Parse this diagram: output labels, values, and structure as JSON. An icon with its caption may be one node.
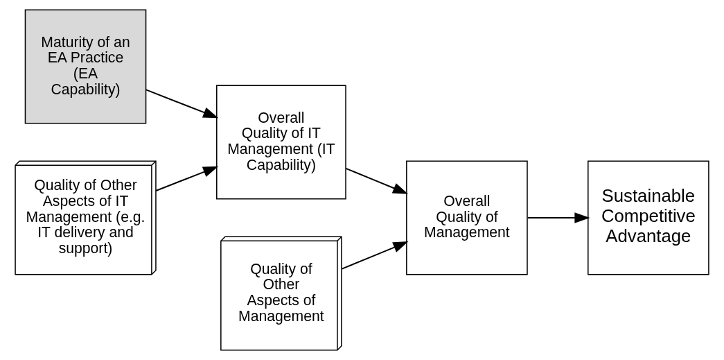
{
  "diagram": {
    "nodes": [
      {
        "text": [
          "Maturity of an EA Practice (EA Capability)"
        ]
      },
      {
        "text": [
          "Quality of Other Aspects of IT Management (e.g. IT delivery and support)"
        ]
      },
      {
        "text": [
          "Overall Quality of IT Management (IT Capability)"
        ]
      },
      {
        "text": [
          "Quality of Other Aspects of Management"
        ]
      },
      {
        "text": [
          "Overall Quality of Management"
        ]
      },
      {
        "text": [
          "Sustainable Competitive Advantage"
        ]
      }
    ],
    "edges": [
      {
        "from": 0,
        "to": 2,
        "arrow": "to"
      },
      {
        "from": 1,
        "to": 2,
        "arrow": "to"
      },
      {
        "from": 2,
        "to": 4,
        "arrow": "to"
      },
      {
        "from": 3,
        "to": 4,
        "arrow": "to"
      },
      {
        "from": 4,
        "to": 5,
        "arrow": "to"
      }
    ]
  }
}
